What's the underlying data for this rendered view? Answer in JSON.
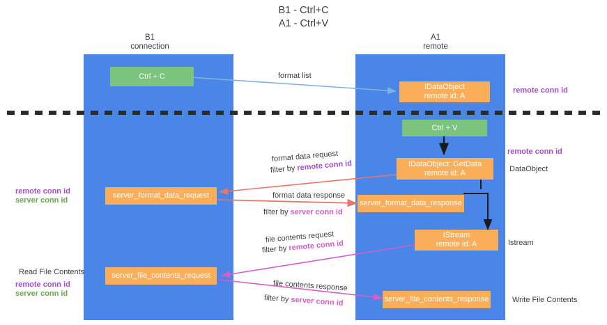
{
  "title": {
    "line1": "B1 - Ctrl+C",
    "line2": "A1 - Ctrl+V"
  },
  "columns": [
    {
      "name": "B1",
      "sub": "connection"
    },
    {
      "name": "A1",
      "sub": "remote"
    }
  ],
  "nodes": {
    "ctrl_c": {
      "label": "Ctrl + C"
    },
    "ctrl_v": {
      "label": "Ctrl + V"
    },
    "idataobject": {
      "line1": "IDataObject",
      "line2": "remote id: A"
    },
    "idataobject_getdata": {
      "line1": "IDataObject::GetData",
      "line2": "remote id: A"
    },
    "istream": {
      "line1": "IStream",
      "line2": "remote id: A"
    },
    "server_format_data_request": {
      "label": "server_format_data_request"
    },
    "server_format_data_response": {
      "label": "server_format_data_response"
    },
    "server_file_contents_request": {
      "label": "server_file_contents_request"
    },
    "server_file_contents_response": {
      "label": "server_file_contents_response"
    }
  },
  "edge_labels": {
    "format_list": "format list",
    "format_data_request": "format data request",
    "format_data_request_filter_prefix": "filter by ",
    "format_data_request_filter_key": "remote conn id",
    "format_data_response": "format data response",
    "format_data_response_filter_prefix": "filter by ",
    "format_data_response_filter_key": "server conn id",
    "file_contents_request": "file contents request",
    "file_contents_request_filter_prefix": "filter by ",
    "file_contents_request_filter_key": "remote conn id",
    "file_contents_response": "file contents response",
    "file_contents_response_filter_prefix": "filter by ",
    "file_contents_response_filter_key": "server conn id"
  },
  "side_labels": {
    "right_remote_conn_id_top": "remote conn id",
    "right_remote_conn_id_mid": "remote conn id",
    "right_dataobject": "DataObject",
    "right_istream": "Istream",
    "right_write_file_contents": "Write File Contents",
    "left_remote_conn_id": "remote conn id",
    "left_server_conn_id": "server conn id",
    "left_read_file_contents": "Read File Contents",
    "left_remote_conn_id_2": "remote conn id",
    "left_server_conn_id_2": "server conn id"
  },
  "colors": {
    "lane": "#4a86e8",
    "green_box": "#7ac47f",
    "orange_box": "#fbae5a",
    "purple_text": "#a64dca",
    "green_text": "#6aa84f",
    "pink_arrow": "#d55ec8",
    "red_arrow": "#e8756b",
    "blue_arrow": "#7fb3dd",
    "black_arrow": "#1a1a1a",
    "divider": "#2b2b2b",
    "text": "#3c4043"
  }
}
